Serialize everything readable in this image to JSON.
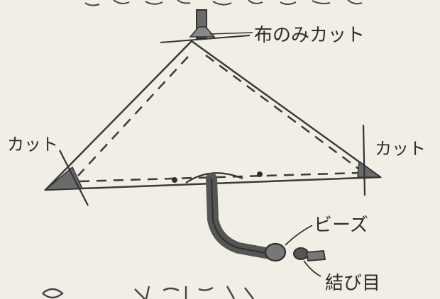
{
  "labels": {
    "top_cut": "布のみカット",
    "left_cut": "カット",
    "right_cut": "カット",
    "beads": "ビーズ",
    "knot": "結び目"
  },
  "colors": {
    "paper": "#f1eee6",
    "ink": "#2f2f2f",
    "pencil": "#555555"
  }
}
